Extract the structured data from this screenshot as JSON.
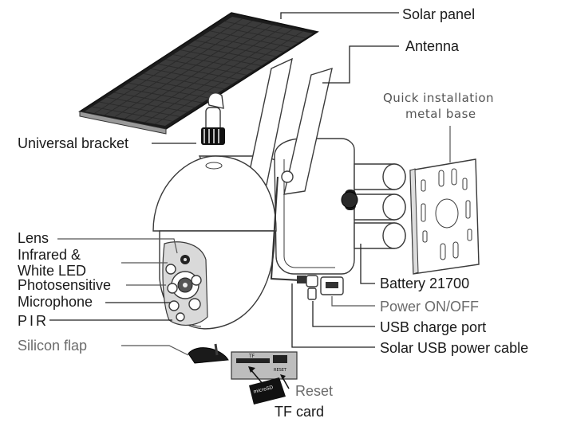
{
  "labels": {
    "solar_panel": "Solar panel",
    "antenna": "Antenna",
    "quick_base_line1": "Quick installation",
    "quick_base_line2": "metal base",
    "universal_bracket": "Universal bracket",
    "lens": "Lens",
    "infrared_line1": "Infrared &",
    "infrared_line2": "White LED",
    "photosensitive": "Photosensitive",
    "microphone": "Microphone",
    "pir": "PIR",
    "silicon_flap": "Silicon flap",
    "battery": "Battery 21700",
    "power_switch": "Power ON/OFF",
    "usb_charge_port": "USB charge port",
    "solar_usb_cable": "Solar USB power cable",
    "reset": "Reset",
    "tf_card": "TF card"
  },
  "card_slot": {
    "tf_mark": "TF",
    "reset_mark": "RESET",
    "card_mark": "microSD"
  },
  "colors": {
    "text": "#1a1a1a",
    "grey_text": "#6b6b6b",
    "outline": "#3a3a3a",
    "leader": "#555555"
  }
}
